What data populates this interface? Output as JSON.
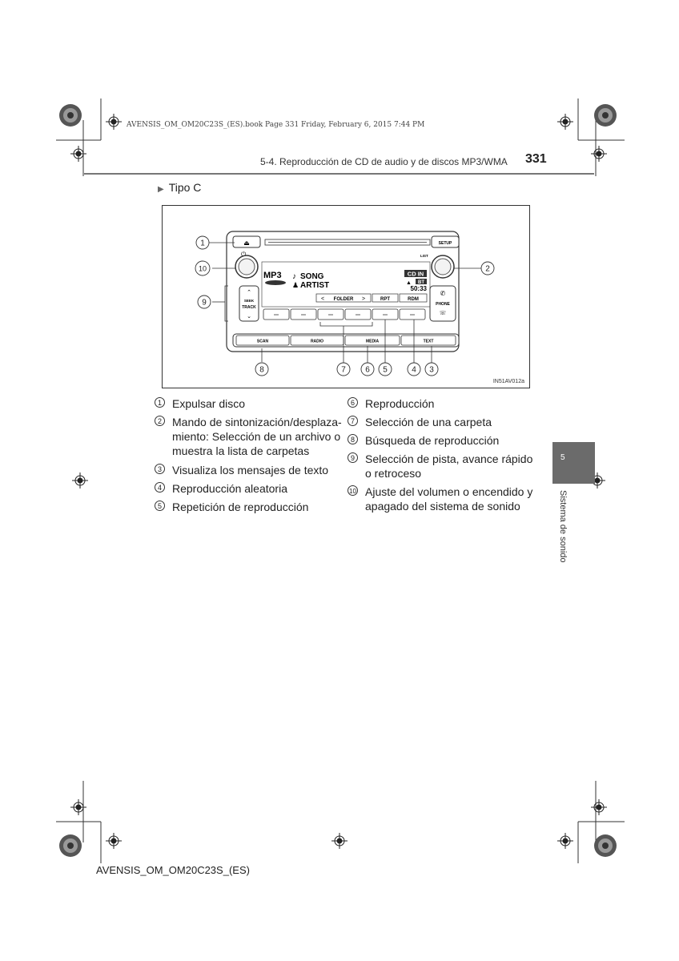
{
  "print_line": "AVENSIS_OM_OM20C23S_(ES).book  Page 331  Friday, February 6, 2015  7:44 PM",
  "header": {
    "section_title": "5-4. Reproducción de CD de audio y de discos MP3/WMA",
    "page_number": "331"
  },
  "subheading": "Tipo C",
  "figure": {
    "code": "IN51AV012a",
    "display": {
      "format": "MP3",
      "song": "SONG",
      "artist": "ARTIST",
      "source": "CD IN",
      "bt": "BT",
      "time": "50:33"
    },
    "labels": {
      "list": "LIST",
      "setup": "SETUP",
      "seek": "SEEK",
      "track": "TRACK",
      "phone": "PHONE",
      "folder": "FOLDER",
      "rpt": "RPT",
      "rdm": "RDM",
      "scan": "SCAN",
      "radio": "RADIO",
      "media": "MEDIA",
      "text": "TEXT"
    },
    "callouts": [
      "1",
      "2",
      "3",
      "4",
      "5",
      "6",
      "7",
      "8",
      "9",
      "10"
    ]
  },
  "legend_left": [
    {
      "num": "1",
      "text": "Expulsar disco"
    },
    {
      "num": "2",
      "text": "Mando de sintonización/desplaza-"
    },
    {
      "num": "",
      "text": "miento: Selección de un archivo o"
    },
    {
      "num": "",
      "text": "muestra la lista de carpetas"
    },
    {
      "num": "3",
      "text": "Visualiza los mensajes de texto"
    },
    {
      "num": "4",
      "text": "Reproducción aleatoria"
    },
    {
      "num": "5",
      "text": "Repetición de reproducción"
    }
  ],
  "legend_right": [
    {
      "num": "6",
      "text": "Reproducción"
    },
    {
      "num": "7",
      "text": "Selección de una carpeta"
    },
    {
      "num": "8",
      "text": "Búsqueda de reproducción"
    },
    {
      "num": "9",
      "text": "Selección de pista, avance rápido"
    },
    {
      "num": "",
      "text": "o retroceso"
    },
    {
      "num": "10",
      "text": "Ajuste del volumen o encendido y"
    },
    {
      "num": "",
      "text": "apagado del sistema de sonido"
    }
  ],
  "side_tab": {
    "number": "5",
    "label": "Sistema de sonido"
  },
  "footer": "AVENSIS_OM_OM20C23S_(ES)"
}
